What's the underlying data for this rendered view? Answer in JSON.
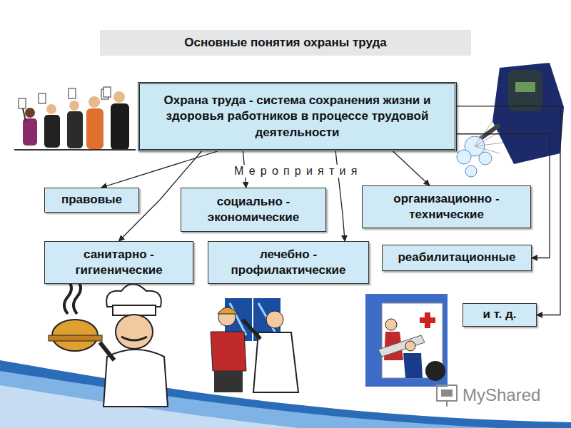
{
  "diagram": {
    "title": "Основные понятия охраны труда",
    "nodes": [
      {
        "text": [
          "Охрана труда - система сохранения жизни и здоровья работников в процессе трудовой деятельности"
        ]
      },
      {
        "text": [
          "правовые"
        ]
      },
      {
        "text": [
          "социально - экономические"
        ]
      },
      {
        "text": [
          "организационно - технические"
        ]
      },
      {
        "text": [
          "санитарно - гигиенические"
        ]
      },
      {
        "text": [
          "лечебно - профилактические"
        ]
      },
      {
        "text": [
          "реабилитационные"
        ]
      },
      {
        "text": [
          "и т. д."
        ]
      }
    ],
    "edges": [
      {
        "from": 0,
        "to": 1,
        "arrow": "to"
      },
      {
        "from": 0,
        "to": 2,
        "arrow": "to"
      },
      {
        "from": 0,
        "to": 3,
        "arrow": "to"
      },
      {
        "from": 0,
        "to": 4,
        "arrow": "to"
      },
      {
        "from": 0,
        "to": 5,
        "arrow": "to"
      },
      {
        "from": 0,
        "to": 6,
        "arrow": "to"
      },
      {
        "from": 0,
        "to": 7,
        "arrow": "to"
      }
    ],
    "labels": [
      "Мероприятия",
      "MyShared"
    ]
  }
}
